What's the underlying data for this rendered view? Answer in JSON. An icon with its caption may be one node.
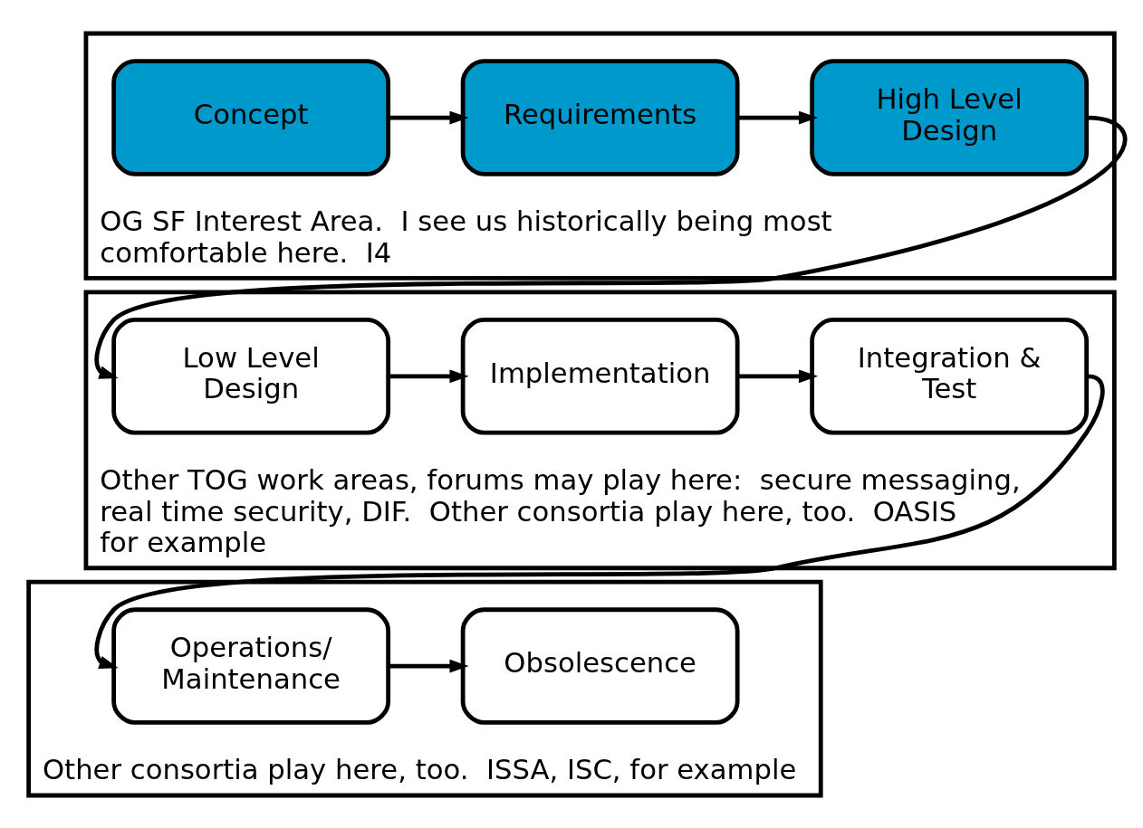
{
  "diagram": {
    "nodes": [
      {
        "text": [
          "OG SF Interest Area.  I see us historically being most comfortable here.  I4"
        ]
      },
      {
        "text": [
          "Concept"
        ],
        "in": 0
      },
      {
        "text": [
          "Requirements"
        ],
        "in": 0
      },
      {
        "text": [
          "High Level Design"
        ],
        "in": 0
      },
      {
        "text": [
          "Other TOG work areas, forums may play here:  secure messaging, real time security, DIF.  Other consortia play here, too.  OASIS for example"
        ]
      },
      {
        "text": [
          "Low Level Design"
        ],
        "in": 4
      },
      {
        "text": [
          "Implementation"
        ],
        "in": 4
      },
      {
        "text": [
          "Integration & Test"
        ],
        "in": 4
      },
      {
        "text": [
          "Other consortia play here, too.  ISSA, ISC, for example"
        ]
      },
      {
        "text": [
          "Operations/ Maintenance"
        ],
        "in": 8
      },
      {
        "text": [
          "Obsolescence"
        ],
        "in": 8
      }
    ],
    "edges": [
      {
        "from": 1,
        "to": 2,
        "arrow": "to"
      },
      {
        "from": 2,
        "to": 3,
        "arrow": "to"
      },
      {
        "from": 3,
        "to": 5,
        "arrow": "to"
      },
      {
        "from": 5,
        "to": 6,
        "arrow": "to"
      },
      {
        "from": 6,
        "to": 7,
        "arrow": "to"
      },
      {
        "from": 7,
        "to": 9,
        "arrow": "to"
      },
      {
        "from": 9,
        "to": 10,
        "arrow": "to"
      }
    ]
  }
}
